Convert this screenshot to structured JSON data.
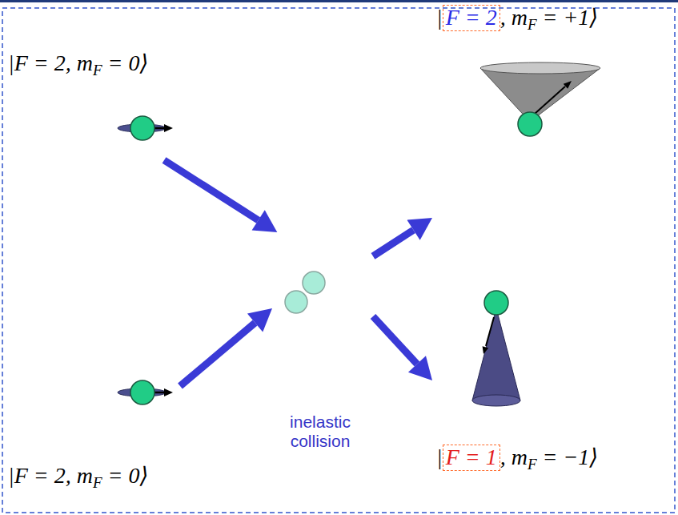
{
  "diagram": {
    "nodes": [
      {
        "text": [
          "|F = 2, mF = 0⟩"
        ]
      },
      {
        "text": [
          "|F = 2, mF = +1⟩"
        ]
      },
      {
        "text": [
          "inelastic collision"
        ]
      },
      {
        "text": [
          "|F = 2, mF = 0⟩"
        ]
      },
      {
        "text": [
          "|F = 1, mF = −1⟩"
        ]
      }
    ],
    "edges": [
      {
        "from": 0,
        "to": 2,
        "arrow": "to"
      },
      {
        "from": 3,
        "to": 2,
        "arrow": "to"
      },
      {
        "from": 2,
        "to": 1,
        "arrow": "to"
      },
      {
        "from": 2,
        "to": 4,
        "arrow": "to"
      }
    ]
  }
}
